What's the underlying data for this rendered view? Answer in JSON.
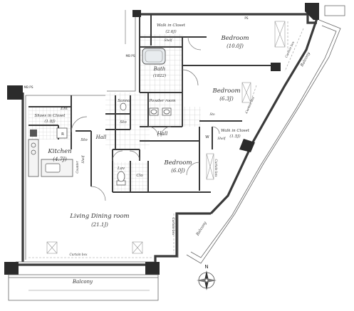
{
  "rooms": {
    "bedroom_main": {
      "name": "Bedroom",
      "size": "(10.0J)"
    },
    "bedroom_2": {
      "name": "Bedroom",
      "size": "(6.3J)"
    },
    "bedroom_3": {
      "name": "Bedroom",
      "size": "(6.0J)"
    },
    "walk_in_closet_top": {
      "name": "Walk in Closet",
      "size": "(2.6J)"
    },
    "walk_in_closet_right": {
      "name": "Walk in Closet",
      "size": "(1.5J)"
    },
    "bath": {
      "name": "Bath",
      "size": "(1822)"
    },
    "powder_room": {
      "name": "Powder room"
    },
    "shoes_in_closet": {
      "name": "Shoes in Closet",
      "size": "(1.9J)"
    },
    "kitchen": {
      "name": "Kitchen",
      "size": "(4.7J)"
    },
    "living_dining": {
      "name": "Living Dining room",
      "size": "(21.1J)"
    },
    "lav": {
      "name": "Lav"
    },
    "clo": {
      "name": "Clo"
    },
    "sto_1": {
      "name": "Sto"
    },
    "sto_2": {
      "name": "Sto"
    },
    "sto_3": {
      "name": "Sto"
    },
    "ent": {
      "name": "Ent"
    },
    "hall_1": {
      "name": "Hall"
    },
    "hall_2": {
      "name": "Hall"
    },
    "sanno": {
      "name": "Sanno"
    },
    "balcony_bottom": {
      "name": "Balcony"
    },
    "balcony_right_top": {
      "name": "Balcony"
    },
    "balcony_right_bottom": {
      "name": "Balcony"
    }
  },
  "annotations": {
    "shelf_top": "Shelf",
    "shelf_right": "Shelf",
    "shelf_kitchen": "Shelf",
    "curtain_box_bottom": "Curtain box",
    "curtain_box_living": "Curtain box",
    "curtain_box_bed": "Curtain box",
    "curtain_box_diag": "Curtain box",
    "curtain_box_bed3": "Curtain box",
    "counter": "Counter",
    "mb_ps_top": "MB PS",
    "mb_ps_left": "MB PS",
    "r": "R",
    "ps": "PS",
    "w": "W",
    "compass_n": "N"
  },
  "colors": {
    "wall": "#3a3a3a",
    "pillar": "#2b2b2b",
    "line": "#555555",
    "light_line": "#9a9a9a",
    "tile": "#c8c8c8",
    "bath_fill": "#e8ecef"
  }
}
